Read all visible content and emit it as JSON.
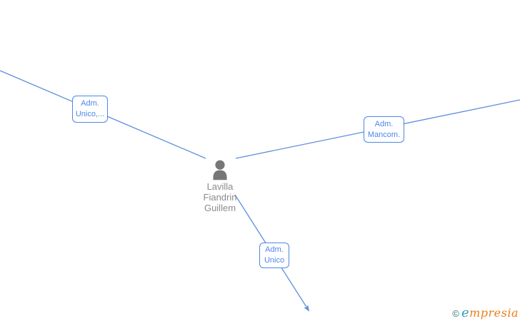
{
  "diagram": {
    "type": "network-graph",
    "center_node": {
      "name": "Lavilla\nFiandrin\nGuillem",
      "icon": "person-icon"
    },
    "edges": [
      {
        "label": "Adm.\nUnico,...",
        "direction": "upper-left",
        "arrow": false
      },
      {
        "label": "Adm.\nMancom.",
        "direction": "upper-right",
        "arrow": false
      },
      {
        "label": "Adm.\nUnico",
        "direction": "lower-right",
        "arrow": true
      }
    ],
    "colors": {
      "background": "#ffffff",
      "edge_line": "#5e8fdc",
      "label_border": "#4d87e8",
      "label_text": "#4d87e8",
      "label_background": "#ffffff",
      "node_icon": "#777777",
      "node_text": "#8b8b8b"
    }
  },
  "watermark": {
    "copyright_symbol": "©",
    "brand_initial": "e",
    "brand_rest": "mpresia",
    "colors": {
      "copyright": "#2d7468",
      "initial": "#2f9ec4",
      "rest": "#ee7d18"
    }
  }
}
